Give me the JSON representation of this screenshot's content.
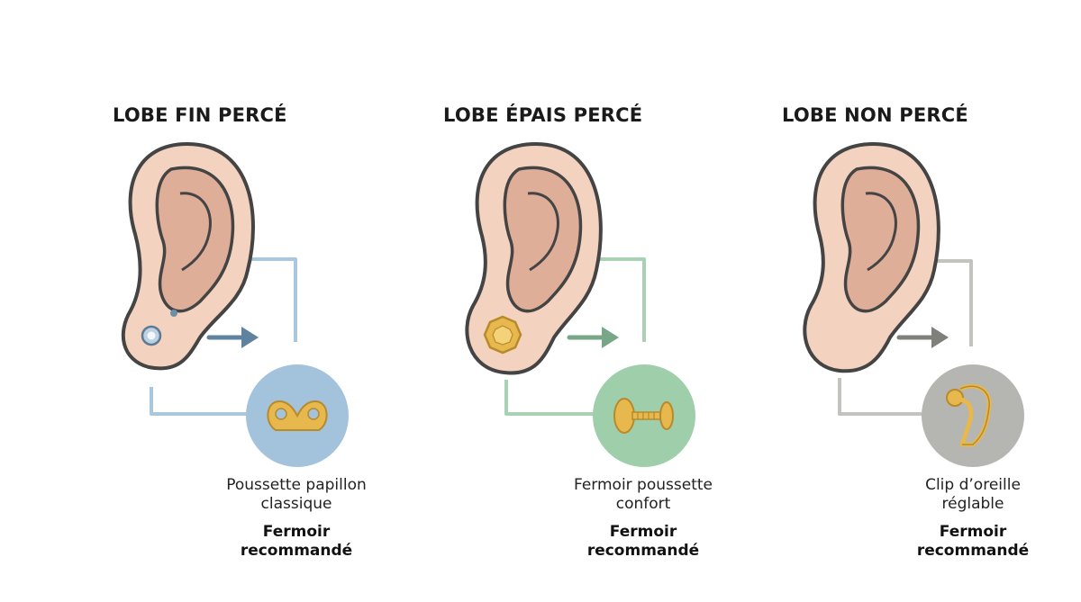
{
  "panels": [
    {
      "title": "LOBE FIN PERCÉ",
      "clasp_name_line1": "Poussette papillon",
      "clasp_name_line2": "classique",
      "tag_line1": "Fermoir",
      "tag_line2": "recommandé",
      "accent": "#a9c8dd",
      "circle": "#a3c3dc",
      "arrow": "#5f829e",
      "jewel_icon": "gem-stud-icon",
      "clasp_icon": "butterfly-back-icon"
    },
    {
      "title": "LOBE ÉPAIS PERCÉ",
      "clasp_name_line1": "Fermoir poussette",
      "clasp_name_line2": "confort",
      "tag_line1": "Fermoir",
      "tag_line2": "recommandé",
      "accent": "#a9d1b3",
      "circle": "#9fceaa",
      "arrow": "#77a787",
      "jewel_icon": "gold-stud-icon",
      "clasp_icon": "screw-back-icon"
    },
    {
      "title": "LOBE NON PERCÉ",
      "clasp_name_line1": "Clip d’oreille",
      "clasp_name_line2": "réglable",
      "tag_line1": "Fermoir",
      "tag_line2": "recommandé",
      "accent": "#c3c3c0",
      "circle": "#b5b5b1",
      "arrow": "#7f7f7c",
      "jewel_icon": "",
      "clasp_icon": "clip-on-icon"
    }
  ],
  "colors": {
    "skin": "#f3d2bf",
    "skin_inner": "#deae99",
    "outline": "#444444",
    "gold": "#e6b84e",
    "gold_dark": "#b88a2a"
  }
}
